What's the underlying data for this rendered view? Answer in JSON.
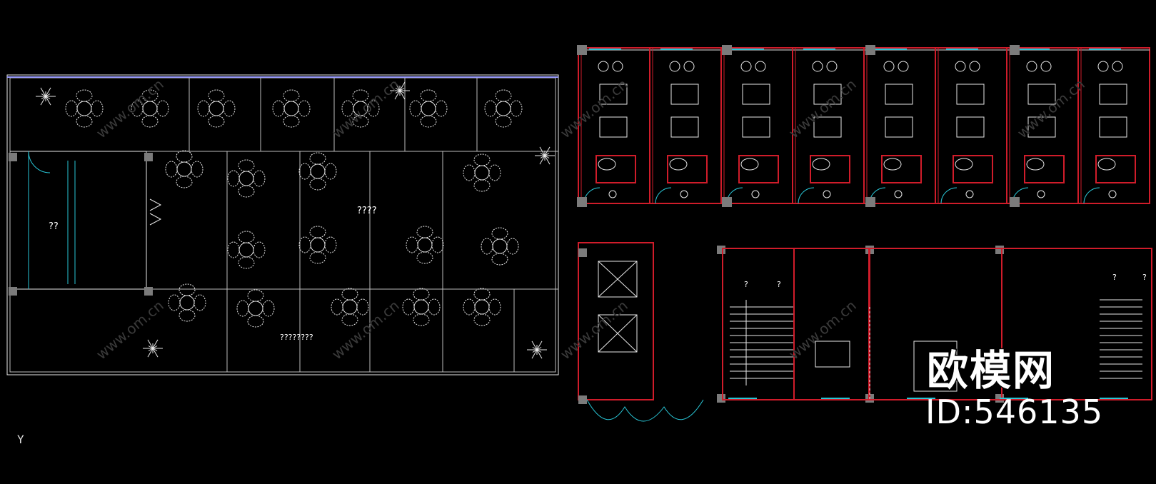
{
  "labels": {
    "stair_room": "??",
    "dining_hall": "????",
    "private_dining": "????????",
    "stair_mark_a": "?",
    "stair_mark_b": "?"
  },
  "watermark": {
    "brand": "欧模网",
    "id": "ID:546135",
    "site": "www.om.cn"
  },
  "ucs": {
    "axis_y": "Y"
  },
  "colors": {
    "background": "#000000",
    "wall": "#d01c2a",
    "furniture": "#e8e8e8",
    "window": "#29c6d6",
    "column": "#7b7b7b",
    "grid": "#bdbdbd",
    "outline": "#9a9cff"
  }
}
